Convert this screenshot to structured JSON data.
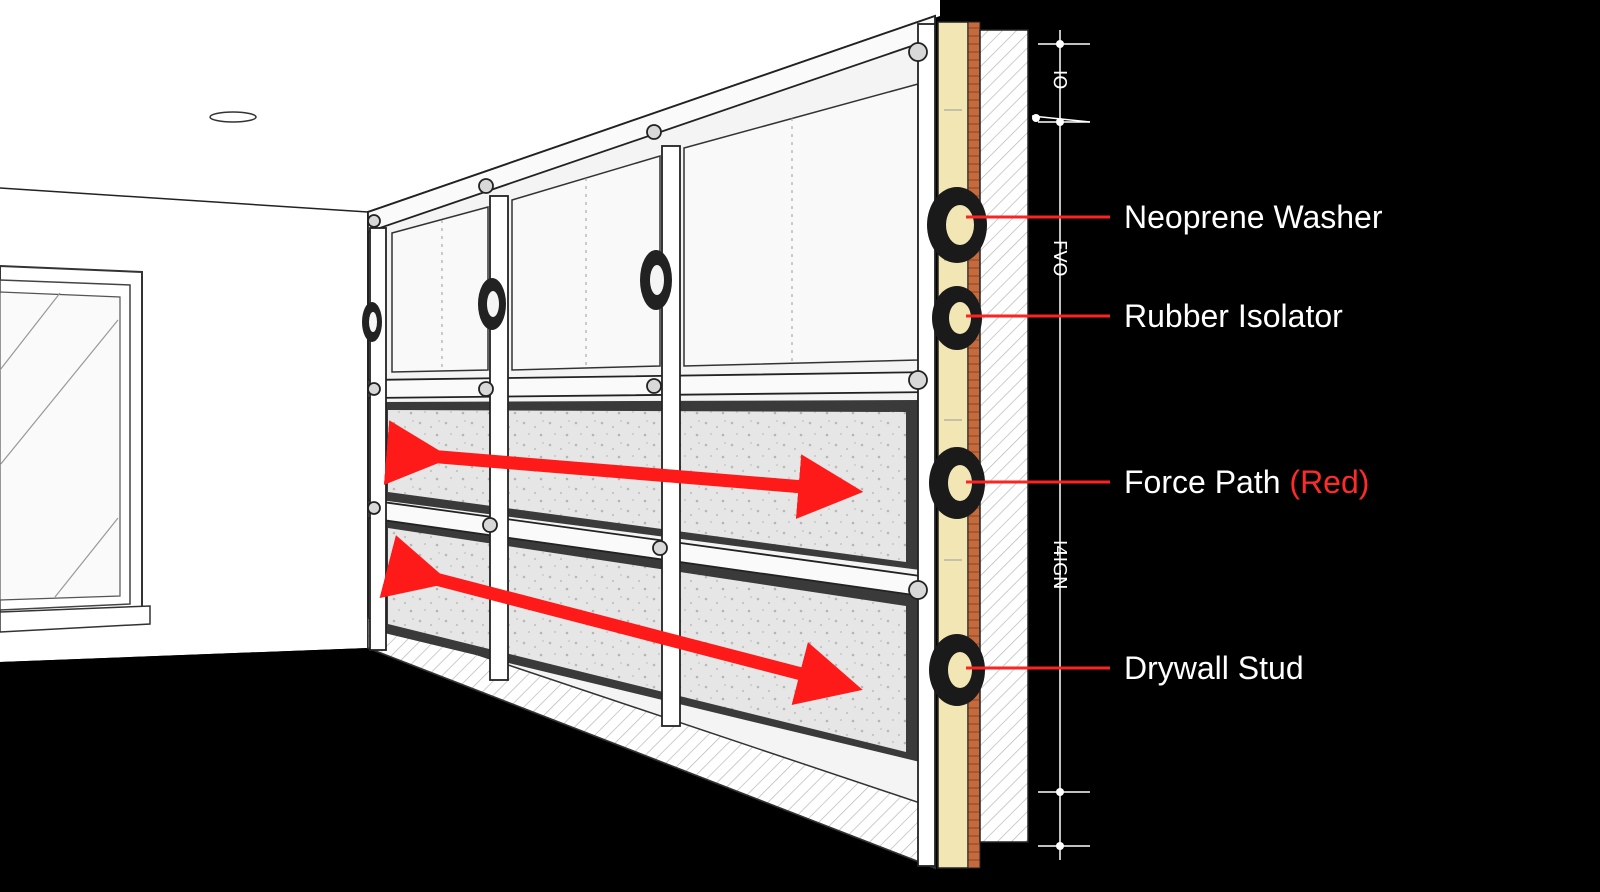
{
  "colors": {
    "force_path": "#ff1a1a",
    "background": "#000000",
    "room_wall": "#ffffff",
    "insulation": "#e4e4e4",
    "insulation_backing": "#3a3a3a",
    "acoustic_core": "#f2e7b4",
    "timber": "#c46a3c",
    "isolator_ring": "#1a1a1a"
  },
  "callouts": [
    {
      "label": "Neoprene Washer",
      "accent": "",
      "icon": "neoprene-washer-icon"
    },
    {
      "label": "Rubber Isolator",
      "accent": "",
      "icon": "rubber-isolator-icon"
    },
    {
      "label": "Force Path ",
      "accent": "(Red)",
      "icon": "force-path-arrow"
    },
    {
      "label": "Drywall Stud",
      "accent": "",
      "icon": "drywall-stud-isolator-icon"
    }
  ],
  "dimensions": [
    {
      "label": "IO"
    },
    {
      "label": "FVO"
    },
    {
      "label": "I4IGN"
    }
  ]
}
